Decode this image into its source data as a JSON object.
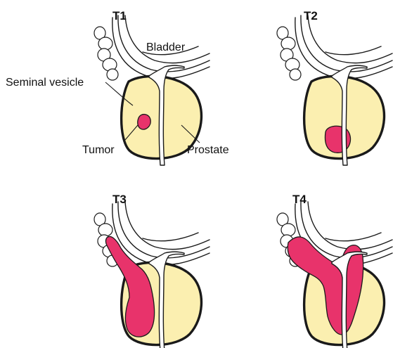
{
  "colors": {
    "prostate_fill": "#fbefb0",
    "tumor_fill": "#e8336b",
    "vesicle_fill": "#ffffff",
    "outline": "#1a1a1a"
  },
  "panels": [
    {
      "stage": "T1"
    },
    {
      "stage": "T2"
    },
    {
      "stage": "T3"
    },
    {
      "stage": "T4"
    }
  ],
  "labels": {
    "bladder": "Bladder",
    "seminal_vesicle": "Seminal vesicle",
    "tumor": "Tumor",
    "prostate": "Prostate"
  }
}
